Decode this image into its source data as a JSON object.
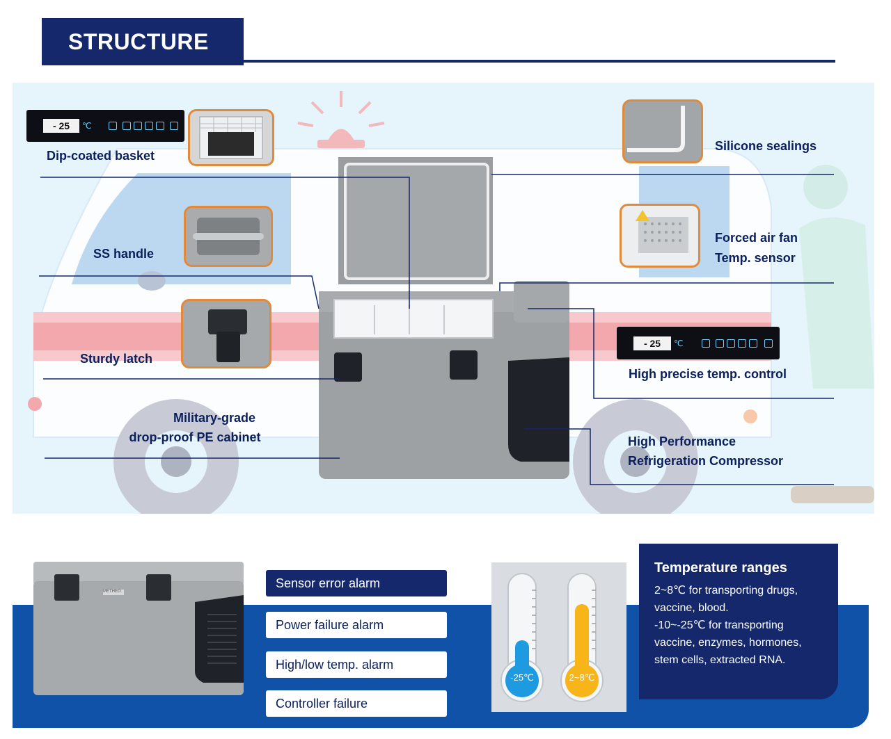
{
  "header": {
    "title": "STRUCTURE"
  },
  "panel": {
    "readout": "- 25",
    "unit": "℃"
  },
  "labels": {
    "dip_coated_basket": "Dip-coated basket",
    "ss_handle": "SS handle",
    "sturdy_latch": "Sturdy latch",
    "cabinet_line1": "Military-grade",
    "cabinet_line2": "drop-proof PE cabinet",
    "silicone_sealings": "Silicone sealings",
    "forced_air_fan": "Forced air fan",
    "temp_sensor": "Temp. sensor",
    "temp_control": "High precise temp. control",
    "compressor_line1": "High Performance",
    "compressor_line2": "Refrigeration Compressor"
  },
  "product": {
    "brand": "METHEO"
  },
  "alarms": [
    {
      "label": "Sensor error alarm"
    },
    {
      "label": "Power failure alarm"
    },
    {
      "label": "High/low temp. alarm"
    },
    {
      "label": "Controller failure"
    }
  ],
  "thermometers": [
    {
      "label": "-25℃",
      "color": "#1e9be0"
    },
    {
      "label": "2~8℃",
      "color": "#f7b51a"
    }
  ],
  "temperature_ranges": {
    "title": "Temperature ranges",
    "line1": "2~8℃ for transporting drugs,",
    "line2": "vaccine, blood.",
    "line3": "-10~-25℃ for transporting",
    "line4": "vaccine, enzymes, hormones,",
    "line5": "stem cells, extracted RNA."
  },
  "colors": {
    "navy": "#14286b",
    "blue_band": "#0f52a8",
    "accent_orange": "#e08a3c"
  }
}
